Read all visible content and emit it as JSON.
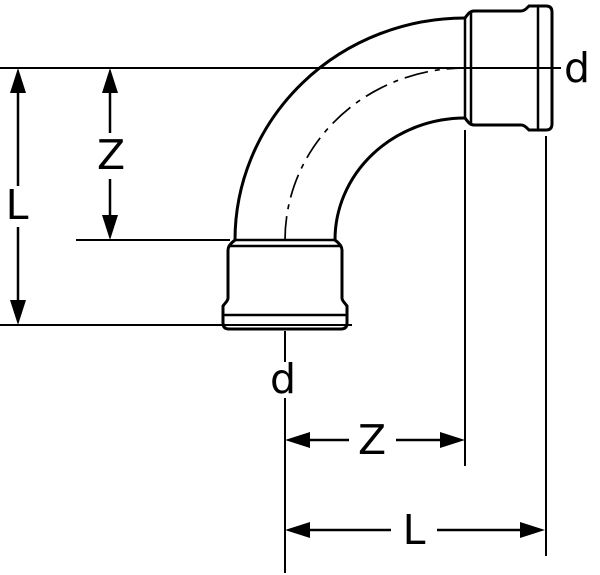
{
  "diagram": {
    "type": "technical-drawing",
    "subject": "90-degree elbow press fitting with dimension annotations",
    "labels": {
      "top_diameter": "d",
      "bottom_diameter": "d",
      "left_length": "L",
      "left_offset": "Z",
      "bottom_offset": "Z",
      "bottom_length": "L"
    },
    "colors": {
      "line": "#000000",
      "background": "#ffffff"
    }
  }
}
